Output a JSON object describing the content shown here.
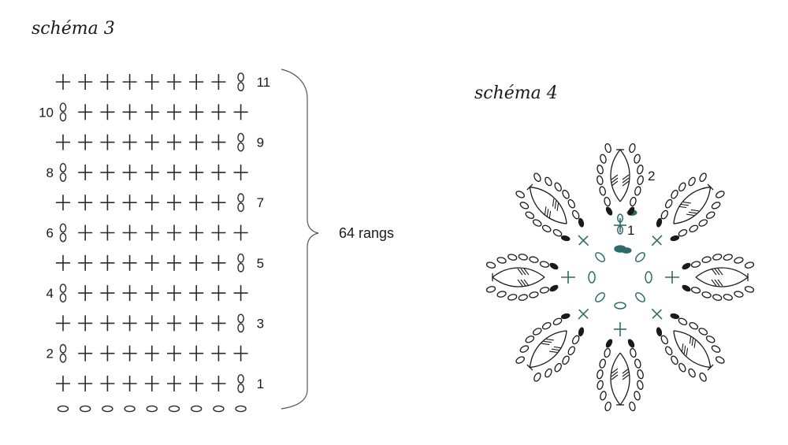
{
  "schema3": {
    "title": "schéma 3",
    "stitches_per_row": 8,
    "foundation_chains": 9,
    "rows": [
      {
        "number": "1",
        "label_side": "right"
      },
      {
        "number": "2",
        "label_side": "left"
      },
      {
        "number": "3",
        "label_side": "right"
      },
      {
        "number": "4",
        "label_side": "left"
      },
      {
        "number": "5",
        "label_side": "right"
      },
      {
        "number": "6",
        "label_side": "left"
      },
      {
        "number": "7",
        "label_side": "right"
      },
      {
        "number": "8",
        "label_side": "left"
      },
      {
        "number": "9",
        "label_side": "right"
      },
      {
        "number": "10",
        "label_side": "left"
      },
      {
        "number": "11",
        "label_side": "right"
      }
    ],
    "brace_label": "64 rangs"
  },
  "schema4": {
    "title": "schéma 4",
    "round_labels": [
      "1",
      "2"
    ],
    "petals": 8,
    "center_color": "#2e6b6b",
    "outer_color": "#1a1a1a"
  }
}
